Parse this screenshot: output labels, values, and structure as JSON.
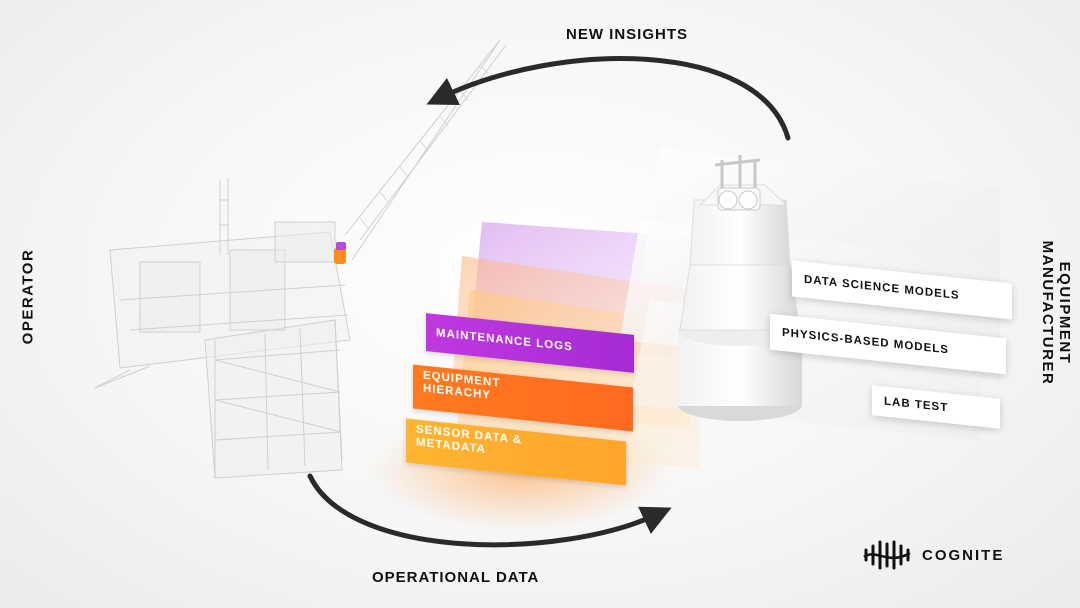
{
  "labels": {
    "top": "NEW INSIGHTS",
    "bottom": "OPERATIONAL DATA",
    "left": "OPERATOR",
    "right": "EQUIPMENT MANUFACTURER"
  },
  "operator_layers": {
    "maintenance": "MAINTENANCE LOGS",
    "equipment_line1": "EQUIPMENT",
    "equipment_line2": "HIERACHY",
    "sensor_line1": "SENSOR DATA &",
    "sensor_line2": "METADATA"
  },
  "manufacturer_layers": {
    "data_science": "DATA SCIENCE MODELS",
    "physics": "PHYSICS-BASED MODELS",
    "lab": "LAB TEST"
  },
  "brand": {
    "name": "COGNITE"
  },
  "colors": {
    "maintenance": "#b431dc",
    "equipment": "#ff6d20",
    "sensor": "#ffab2e",
    "arrow": "#2a2a2a",
    "text": "#111111"
  },
  "icons": [
    "cycle-arrow-top",
    "cycle-arrow-bottom",
    "offshore-platform-illustration",
    "equipment-stack-illustration",
    "cognite-logo-icon"
  ]
}
